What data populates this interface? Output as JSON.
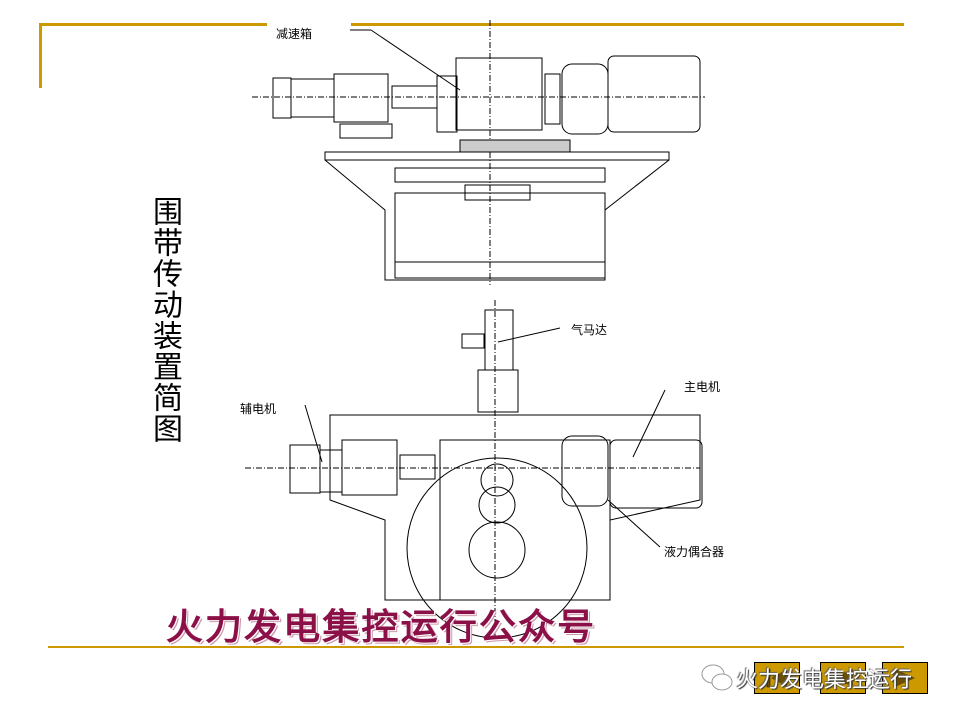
{
  "slide": {
    "title": "围带传动装置简图",
    "labels": {
      "reducer": "减速箱",
      "air_motor": "气马达",
      "main_motor": "主电机",
      "aux_motor": "辅电机",
      "fluid_coupling": "液力偶合器"
    },
    "watermark": "火力发电集控运行公众号",
    "footer_watermark": "火力发电集控运行"
  },
  "nav": {
    "buttons": [
      {
        "icon": "first-slide-icon"
      },
      {
        "icon": "previous-slide-icon"
      },
      {
        "icon": "next-slide-icon"
      }
    ]
  },
  "colors": {
    "accent": "#CC9900",
    "watermark": "#8B1048"
  }
}
